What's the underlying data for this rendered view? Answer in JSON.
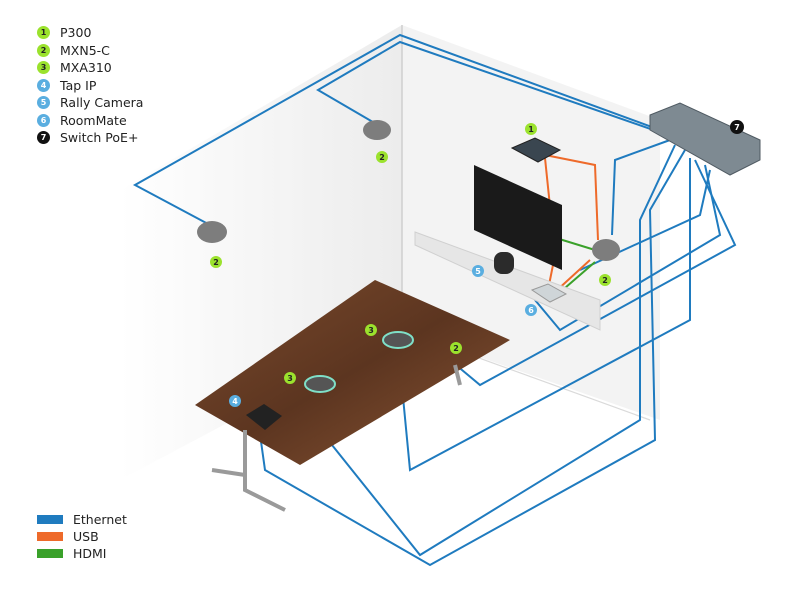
{
  "legend": [
    {
      "num": "1",
      "label": "P300",
      "color": "#9be22d",
      "text": "#222"
    },
    {
      "num": "2",
      "label": "MXN5-C",
      "color": "#9be22d",
      "text": "#222"
    },
    {
      "num": "3",
      "label": "MXA310",
      "color": "#9be22d",
      "text": "#222"
    },
    {
      "num": "4",
      "label": "Tap IP",
      "color": "#5aaee0",
      "text": "#fff"
    },
    {
      "num": "5",
      "label": "Rally Camera",
      "color": "#5aaee0",
      "text": "#fff"
    },
    {
      "num": "6",
      "label": "RoomMate",
      "color": "#5aaee0",
      "text": "#fff"
    },
    {
      "num": "7",
      "label": "Switch PoE+",
      "color": "#111111",
      "text": "#fff"
    }
  ],
  "cables": [
    {
      "label": "Ethernet",
      "color": "#1f7bbf"
    },
    {
      "label": "USB",
      "color": "#ee6a2a"
    },
    {
      "label": "HDMI",
      "color": "#3aa12a"
    }
  ]
}
